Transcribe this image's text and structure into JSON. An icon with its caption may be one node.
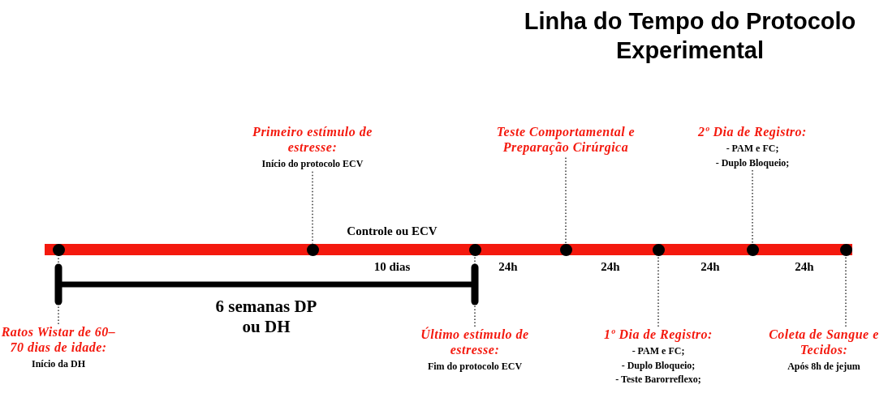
{
  "diagram": {
    "title": "Linha do Tempo do Protocolo Experimental",
    "nodes": [
      {
        "text": [],
        "shape": "circle"
      },
      {
        "text": [],
        "shape": "circle"
      },
      {
        "text": [],
        "shape": "circle"
      },
      {
        "text": [],
        "shape": "circle"
      },
      {
        "text": [],
        "shape": "circle"
      },
      {
        "text": [],
        "shape": "circle"
      },
      {
        "text": [],
        "shape": "circle"
      },
      {
        "text": [
          "Ratos Wistar de 60–70 dias de idade:",
          "Início da DH"
        ]
      },
      {
        "text": [
          "Primeiro estímulo de estresse:",
          "Início do protocolo ECV"
        ]
      },
      {
        "text": [
          "Último estímulo de estresse:",
          "Fim do protocolo ECV"
        ]
      },
      {
        "text": [
          "Teste Comportamental e Preparação Cirúrgica"
        ]
      },
      {
        "text": [
          "1º Dia de Registro:",
          "- PAM e FC;",
          "- Duplo Bloqueio;",
          "- Teste Barorreflexo;"
        ]
      },
      {
        "text": [
          "2º Dia de Registro:",
          "- PAM e FC;",
          "- Duplo Bloqueio;"
        ]
      },
      {
        "text": [
          "Coleta de Sangue e Tecidos:",
          "Após 8h de jejum"
        ]
      }
    ],
    "edges": [
      {
        "from": 7,
        "to": 0,
        "arrow": "none"
      },
      {
        "from": 8,
        "to": 1,
        "arrow": "none"
      },
      {
        "from": 9,
        "to": 2,
        "arrow": "none"
      },
      {
        "from": 10,
        "to": 3,
        "arrow": "none"
      },
      {
        "from": 11,
        "to": 4,
        "arrow": "none"
      },
      {
        "from": 12,
        "to": 5,
        "arrow": "none"
      },
      {
        "from": 13,
        "to": 6,
        "arrow": "none"
      }
    ],
    "labels": [
      "Controle ou ECV",
      "10 dias",
      "24h",
      "24h",
      "24h",
      "24h",
      "6 semanas DP ou DH"
    ]
  }
}
